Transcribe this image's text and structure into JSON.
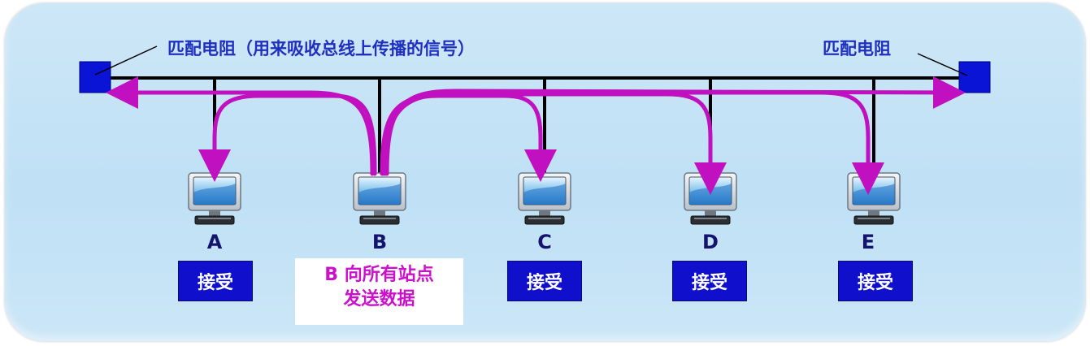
{
  "labels": {
    "terminator_left": "匹配电阻（用来吸收总线上传播的信号）",
    "terminator_right": "匹配电阻"
  },
  "stations": [
    {
      "id": "A",
      "status": "接受",
      "sender": false
    },
    {
      "id": "B",
      "status": "",
      "sender": true
    },
    {
      "id": "C",
      "status": "接受",
      "sender": false
    },
    {
      "id": "D",
      "status": "接受",
      "sender": false
    },
    {
      "id": "E",
      "status": "接受",
      "sender": false
    }
  ],
  "sender_note": {
    "line1": "B 向所有站点",
    "line2": "发送数据"
  },
  "colors": {
    "bus": "#000000",
    "terminator": "#0a14d6",
    "signal_arrow": "#c010c0",
    "label_text": "#1f2fc0",
    "receive_box": "#1010cc",
    "background": "#c4e3f6"
  }
}
